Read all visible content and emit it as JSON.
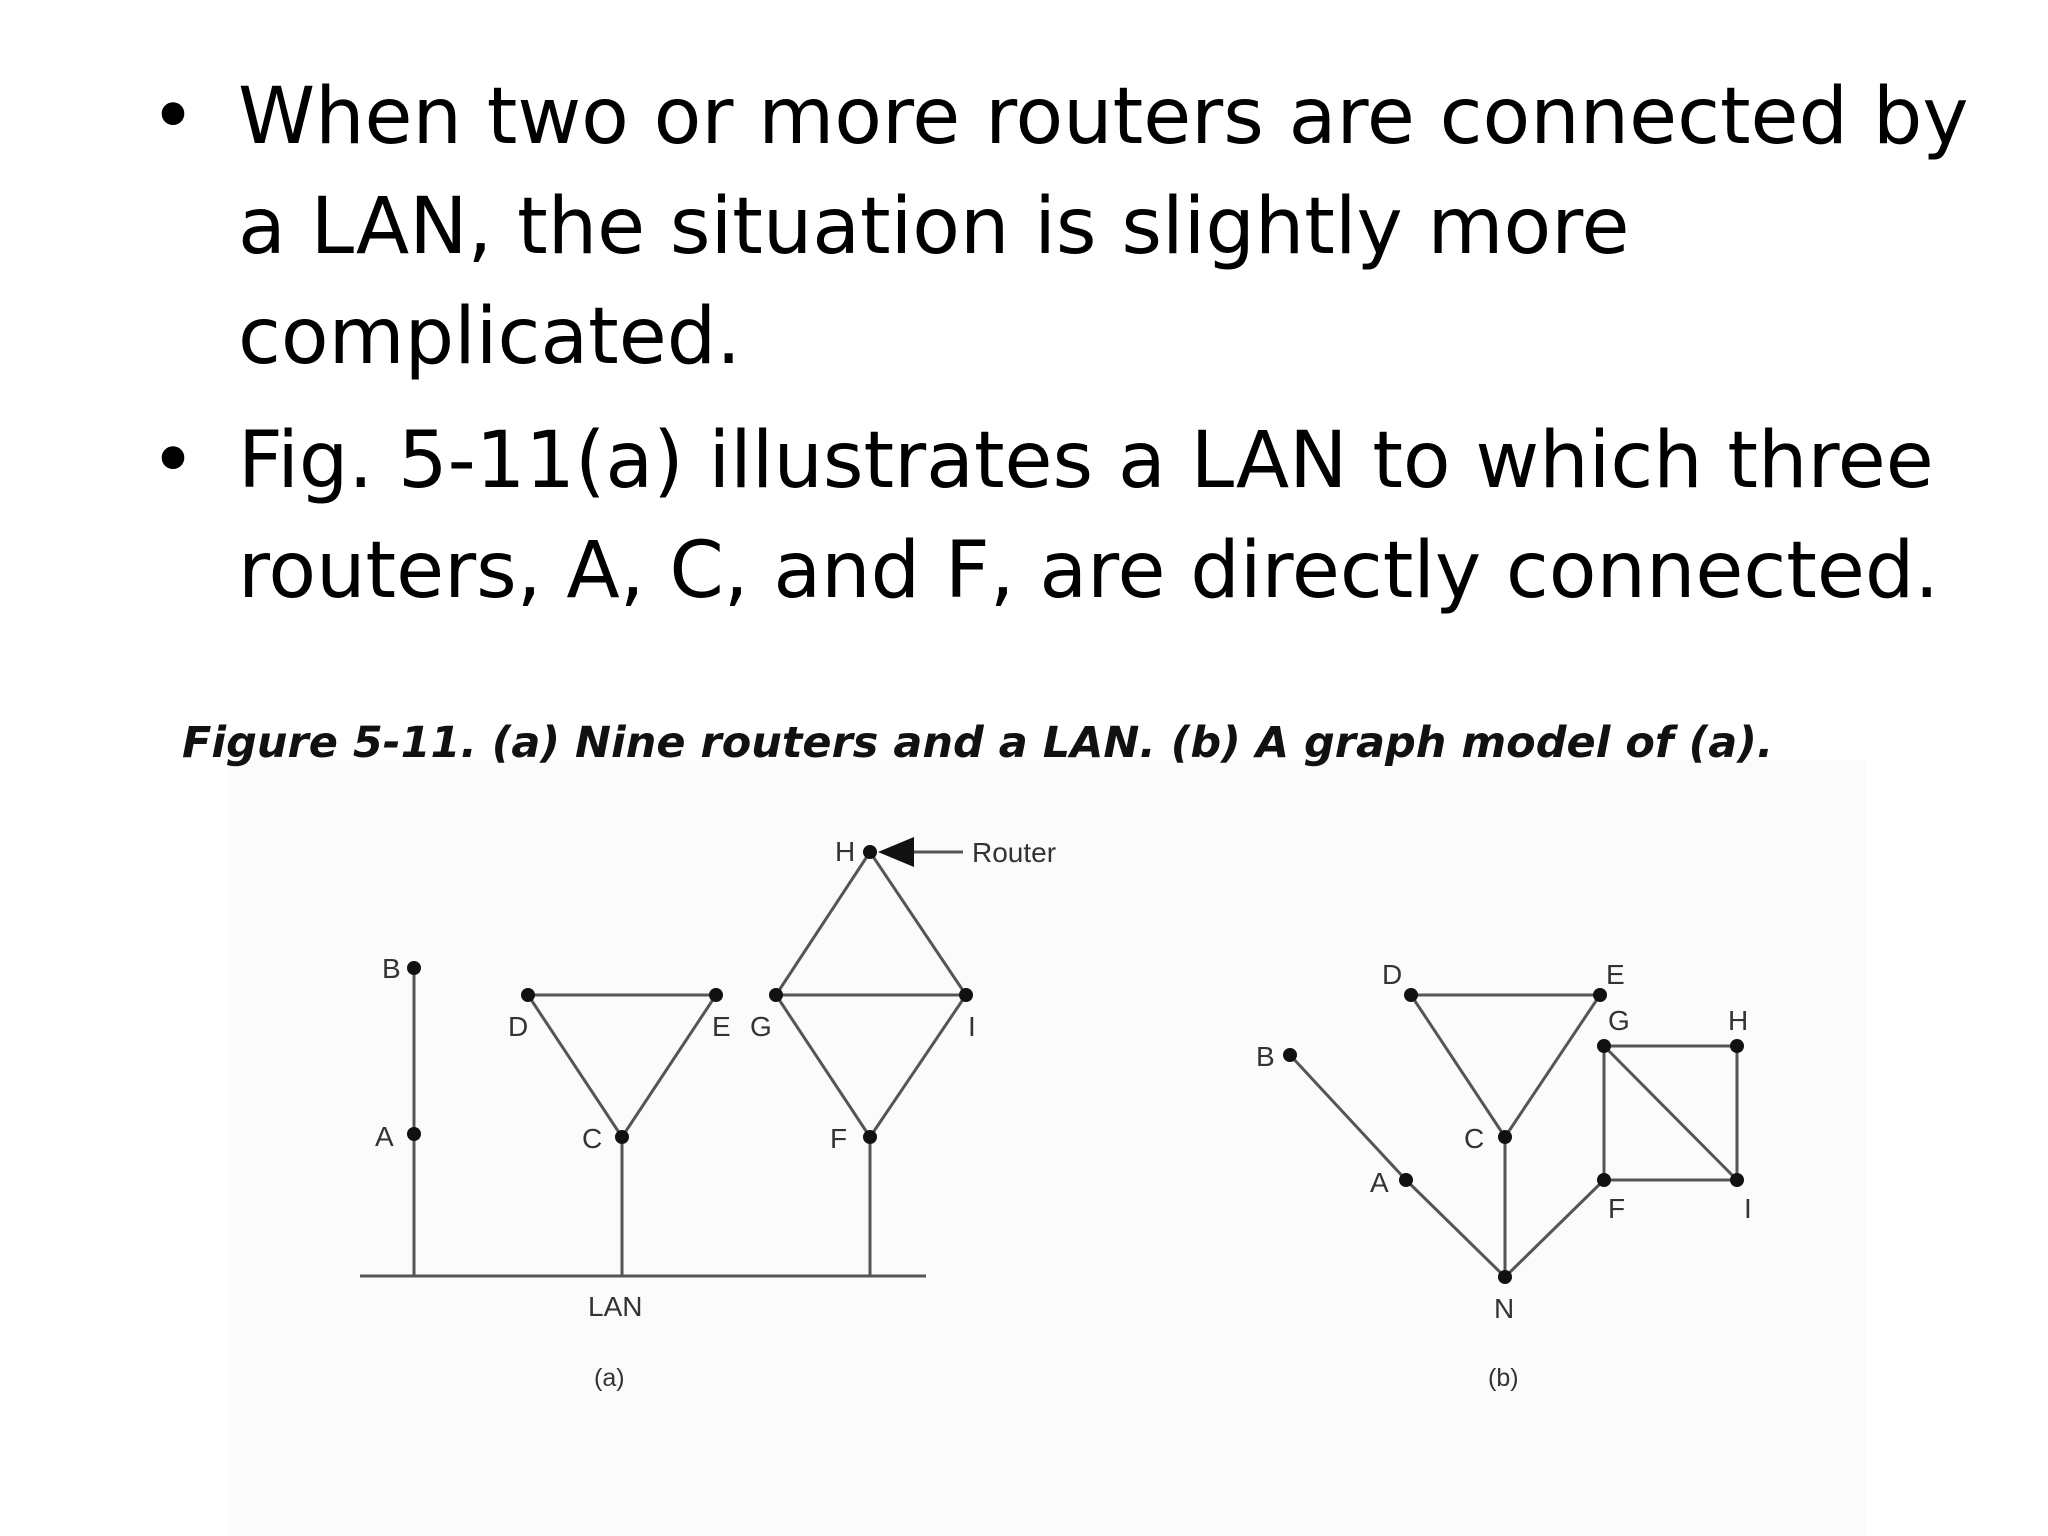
{
  "slide": {
    "bullets": [
      "When two or more routers are connected by a LAN, the situation is slightly more complicated.",
      "Fig. 5-11(a) illustrates a LAN to which three routers, A, C, and F, are directly connected."
    ],
    "bullet_symbol": "•"
  },
  "figure": {
    "caption": "Figure 5-11. (a) Nine routers and a LAN. (b) A graph model of (a).",
    "panel_a": {
      "sublabel": "(a)",
      "lan_label": "LAN",
      "router_callout": "Router",
      "routers": [
        "A",
        "B",
        "C",
        "D",
        "E",
        "F",
        "G",
        "H",
        "I"
      ],
      "edges": [
        [
          "B",
          "A"
        ],
        [
          "D",
          "E"
        ],
        [
          "D",
          "C"
        ],
        [
          "E",
          "C"
        ],
        [
          "G",
          "I"
        ],
        [
          "H",
          "G"
        ],
        [
          "H",
          "I"
        ],
        [
          "G",
          "F"
        ],
        [
          "I",
          "F"
        ]
      ],
      "lan_connected": [
        "A",
        "C",
        "F"
      ]
    },
    "panel_b": {
      "sublabel": "(b)",
      "nodes": [
        "A",
        "B",
        "C",
        "D",
        "E",
        "G",
        "H",
        "F",
        "I",
        "N"
      ],
      "edges": [
        [
          "B",
          "A"
        ],
        [
          "A",
          "N"
        ],
        [
          "C",
          "N"
        ],
        [
          "F",
          "N"
        ],
        [
          "D",
          "E"
        ],
        [
          "D",
          "C"
        ],
        [
          "E",
          "C"
        ],
        [
          "G",
          "H"
        ],
        [
          "H",
          "I"
        ],
        [
          "G",
          "I"
        ],
        [
          "G",
          "F"
        ],
        [
          "F",
          "I"
        ]
      ]
    }
  }
}
